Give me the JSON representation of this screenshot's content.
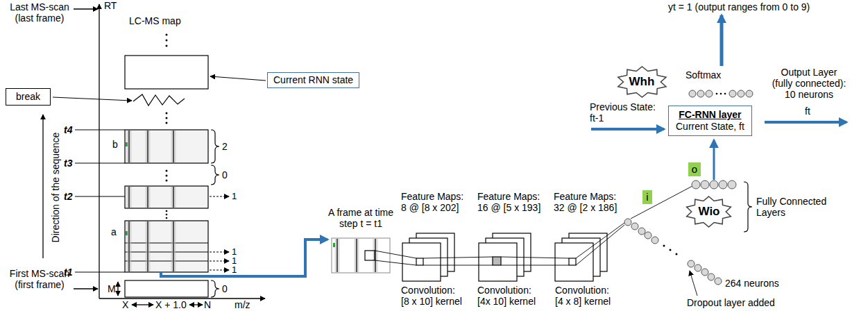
{
  "diagram": {
    "nodes": [
      {
        "text": [
          "break"
        ]
      },
      {
        "text": [
          "Current RNN state"
        ]
      },
      {
        "text": [
          "Whh"
        ]
      },
      {
        "text": [
          "FC-RNN layer",
          "Current State, ft"
        ]
      },
      {
        "text": [
          "i"
        ]
      },
      {
        "text": [
          "o"
        ]
      },
      {
        "text": [
          "Wio"
        ]
      }
    ],
    "labels": [
      "RT",
      "Last MS-scan (last frame)",
      "LC-MS map",
      "t4",
      "b",
      "2",
      "0",
      "t3",
      "t2",
      "1",
      "a",
      "1",
      "1",
      "1",
      "t1",
      "0",
      "Direction of the sequence",
      "First MS-scan (first frame)",
      "M",
      "X",
      "X + 1.0",
      "N",
      "m/z",
      "A frame at time step t = t1",
      "Feature Maps: 8 @ [8 x 202]",
      "Feature Maps: 16 @ [5 x 193]",
      "Feature Maps: 32 @ [2 x 186]",
      "Convolution: [8 x 10] kernel",
      "Convolution: [4x 10] kernel",
      "Convolution: [4 x 8] kernel",
      "264 neurons",
      "Fully Connected Layers",
      "Dropout layer added",
      "Previous State: ft-1",
      "ft",
      "Softmax",
      "Output Layer (fully connected): 10 neurons",
      "yt = 1 (output ranges from 0 to 9)"
    ]
  }
}
